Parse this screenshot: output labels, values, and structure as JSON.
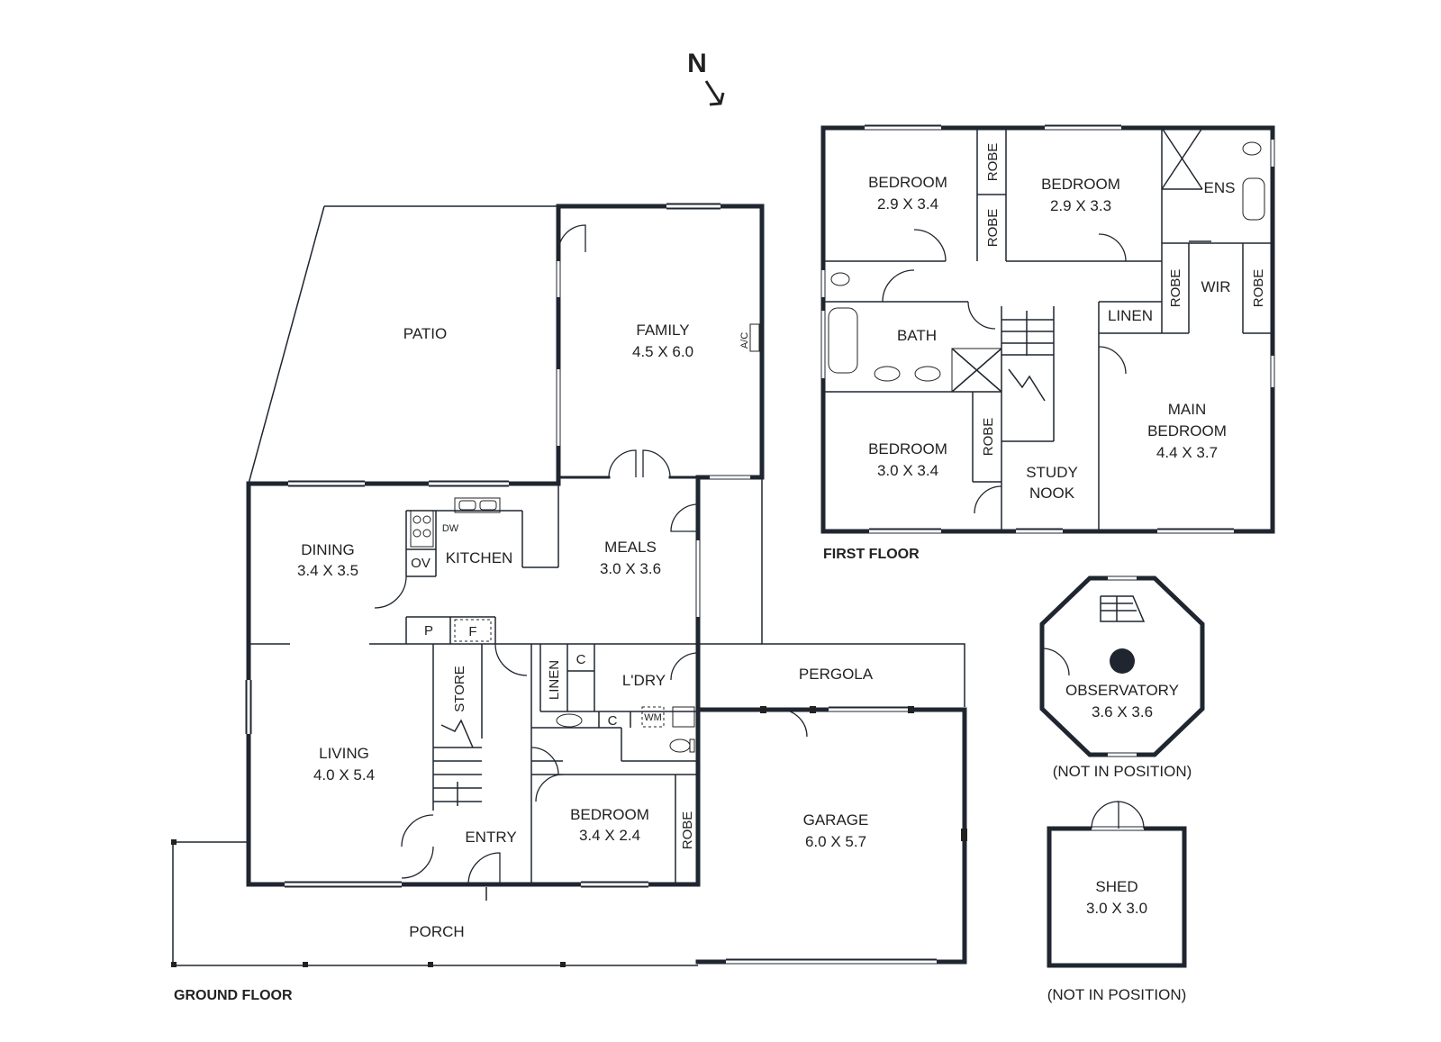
{
  "north": "N",
  "ground_floor": {
    "title": "GROUND FLOOR",
    "patio": "PATIO",
    "family": {
      "name": "FAMILY",
      "dims": "4.5 X 6.0"
    },
    "ac": "A/C",
    "dining": {
      "name": "DINING",
      "dims": "3.4 X 3.5"
    },
    "kitchen": "KITCHEN",
    "dw": "DW",
    "ov": "OV",
    "meals": {
      "name": "MEALS",
      "dims": "3.0 X 3.6"
    },
    "pantry": "P",
    "fridge": "F",
    "store": "STORE",
    "linen": "LINEN",
    "cupboard": "C",
    "laundry": "L'DRY",
    "wm": "WM",
    "living": {
      "name": "LIVING",
      "dims": "4.0 X 5.4"
    },
    "entry": "ENTRY",
    "bedroom": {
      "name": "BEDROOM",
      "dims": "3.4 X 2.4"
    },
    "robe": "ROBE",
    "pergola": "PERGOLA",
    "garage": {
      "name": "GARAGE",
      "dims": "6.0 X 5.7"
    },
    "porch": "PORCH"
  },
  "first_floor": {
    "title": "FIRST FLOOR",
    "bedroom_1": {
      "name": "BEDROOM",
      "dims": "2.9 X 3.4"
    },
    "bedroom_2": {
      "name": "BEDROOM",
      "dims": "2.9 X 3.3"
    },
    "bedroom_3": {
      "name": "BEDROOM",
      "dims": "3.0 X 3.4"
    },
    "robe": "ROBE",
    "ens": "ENS",
    "wir": "WIR",
    "linen": "LINEN",
    "bath": "BATH",
    "study_nook": [
      "STUDY",
      "NOOK"
    ],
    "main_bedroom": {
      "name": [
        "MAIN",
        "BEDROOM"
      ],
      "dims": "4.4 X 3.7"
    }
  },
  "observatory": {
    "name": "OBSERVATORY",
    "dims": "3.6 X 3.6",
    "note": "(NOT IN POSITION)"
  },
  "shed": {
    "name": "SHED",
    "dims": "3.0 X 3.0",
    "note": "(NOT IN POSITION)"
  }
}
